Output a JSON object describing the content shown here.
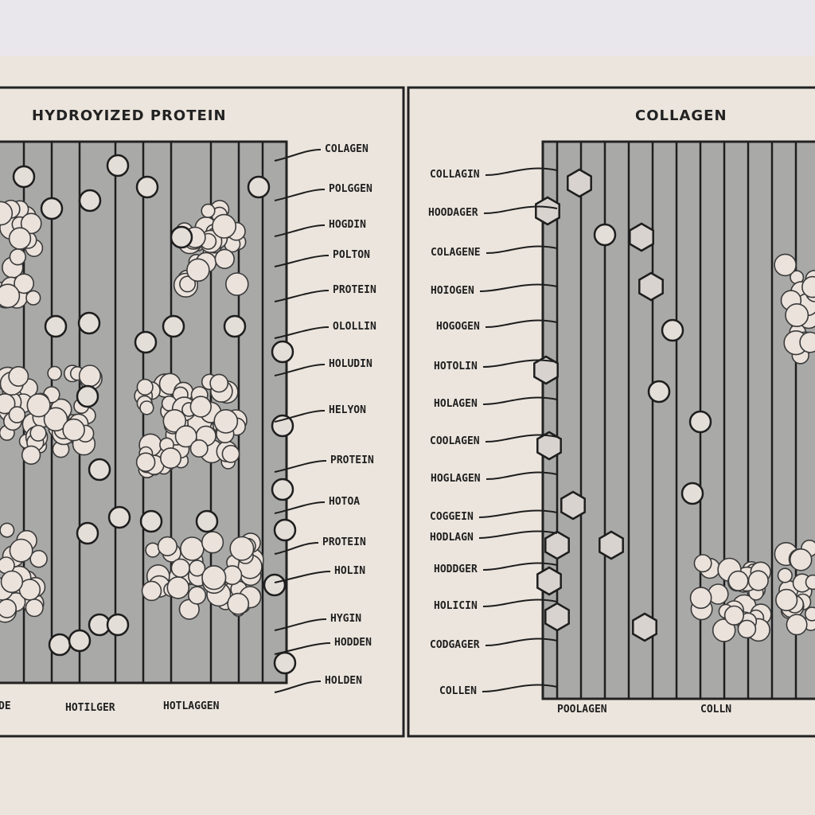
{
  "panels": {
    "left": {
      "title": "HYDROYIZED PROTEIN",
      "side_labels": [
        "COLAGEN",
        "POLGGEN",
        "HOGDIN",
        "POLTON",
        "PROTEIN",
        "OLOLLIN",
        "HOLUDIN",
        "HELYON",
        "PROTEIN",
        "HOTOA",
        "PROTEIN",
        "HOLIN",
        "HYGIN",
        "HODDEN",
        "HOLDEN"
      ],
      "bottom_labels": [
        "DE",
        "HOTILGER",
        "HOTLAGGEN"
      ]
    },
    "right": {
      "title": "COLLAGEN",
      "side_labels": [
        "COLLAGIN",
        "HOODAGER",
        "COLAGENE",
        "HOIOGEN",
        "HOGOGEN",
        "HOTOLIN",
        "HOLAGEN",
        "COOLAGEN",
        "HOGLAGEN",
        "COGGEIN",
        "HODLAGN",
        "HODDGER",
        "HOLICIN",
        "CODGAGER",
        "COLLEN"
      ],
      "bottom_labels": [
        "POOLAGEN",
        "COLLN"
      ]
    }
  },
  "colors": {
    "paper": "#ebe5dd",
    "panel_fill": "#a9aaa8",
    "ink": "#1f1f1f",
    "blob": "#ebe2dc"
  }
}
